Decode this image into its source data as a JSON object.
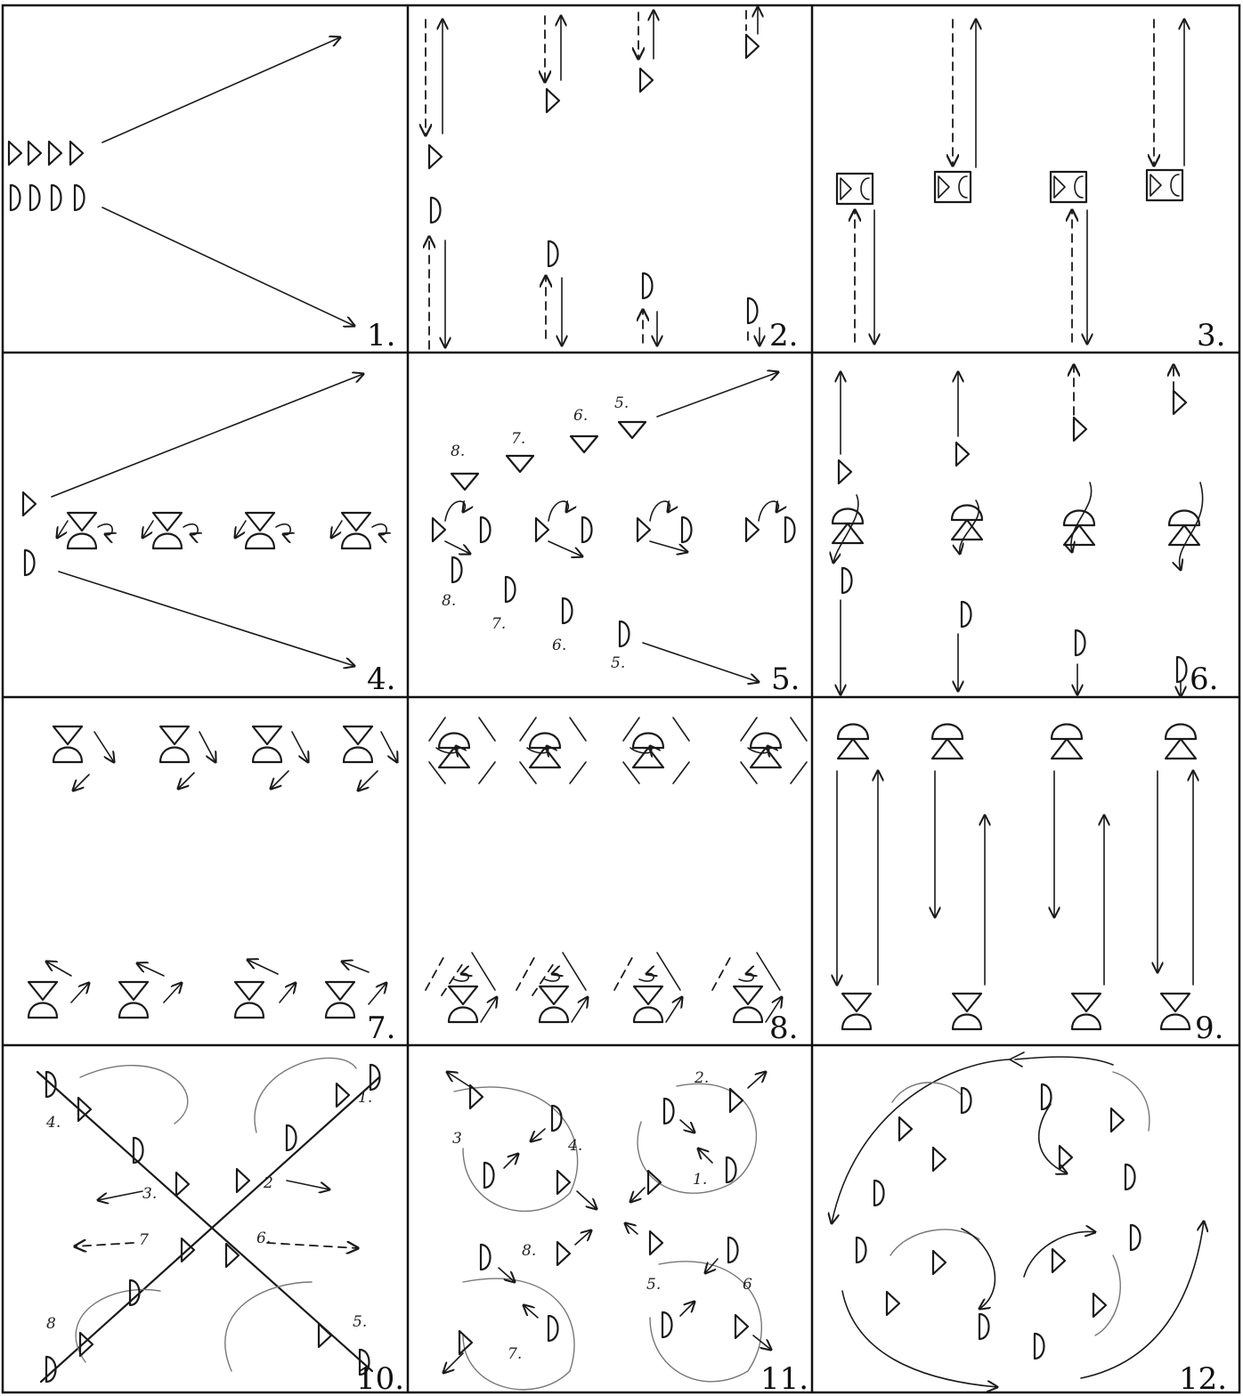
{
  "panels": [
    {
      "number": "1."
    },
    {
      "number": "2."
    },
    {
      "number": "3."
    },
    {
      "number": "4."
    },
    {
      "number": "5."
    },
    {
      "number": "6."
    },
    {
      "number": "7."
    },
    {
      "number": "8."
    },
    {
      "number": "9."
    },
    {
      "number": "10."
    },
    {
      "number": "11."
    },
    {
      "number": "12."
    }
  ],
  "order_labels": {
    "panel5": [
      "5.",
      "6.",
      "7.",
      "8.",
      "8.",
      "7.",
      "6.",
      "5."
    ],
    "panel10": [
      "1.",
      "2",
      "3.",
      "4.",
      "5.",
      "6.",
      "7",
      "8"
    ],
    "panel11": [
      "1.",
      "2.",
      "3",
      "4.",
      "5.",
      "6",
      "7.",
      "8."
    ]
  }
}
